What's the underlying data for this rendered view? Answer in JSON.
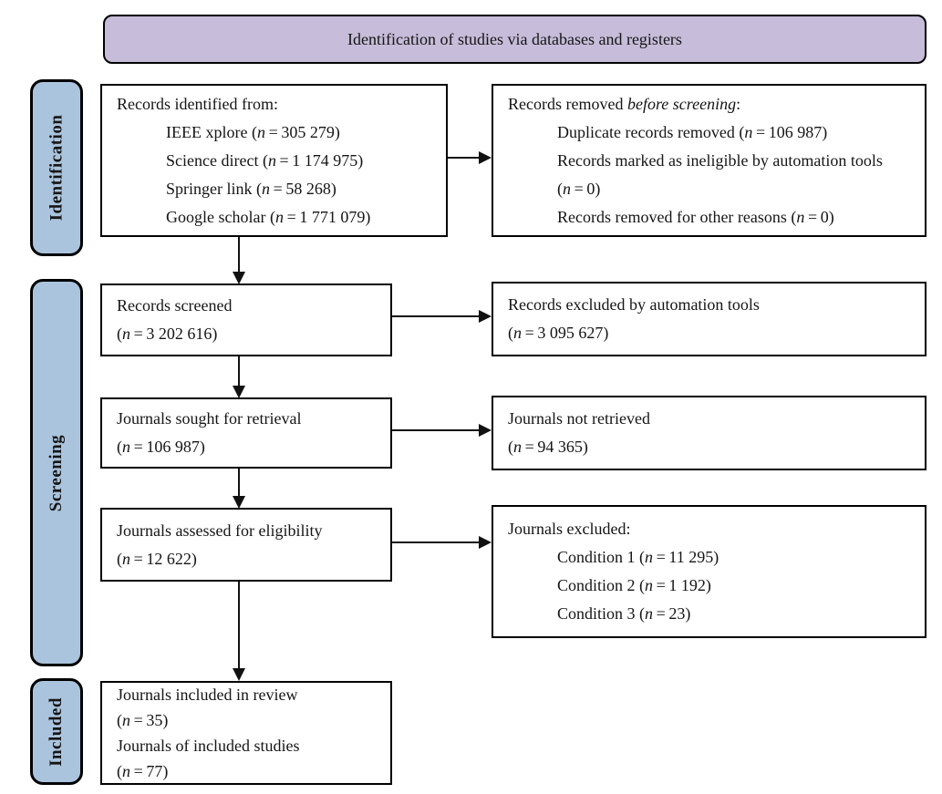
{
  "diagram": {
    "title_banner": "Identification of studies via databases and registers",
    "stage_labels": {
      "identification": "Identification",
      "screening": "Screening",
      "included": "Included"
    },
    "colors": {
      "banner_fill": "#c7bcd9",
      "stage_fill": "#abc4dd",
      "box_fill": "#ffffff",
      "line": "#111111"
    },
    "boxes": {
      "records_identified": {
        "lines": [
          {
            "indent": false,
            "segments": [
              {
                "t": "Records identified from:"
              }
            ]
          },
          {
            "indent": true,
            "segments": [
              {
                "t": "IEEE xplore ("
              },
              {
                "t": "n",
                "i": true
              },
              {
                "t": " = 305 279)"
              }
            ]
          },
          {
            "indent": true,
            "segments": [
              {
                "t": "Science direct ("
              },
              {
                "t": "n",
                "i": true
              },
              {
                "t": " = 1 174 975)"
              }
            ]
          },
          {
            "indent": true,
            "segments": [
              {
                "t": "Springer link ("
              },
              {
                "t": "n",
                "i": true
              },
              {
                "t": " = 58 268)"
              }
            ]
          },
          {
            "indent": true,
            "segments": [
              {
                "t": "Google scholar ("
              },
              {
                "t": "n",
                "i": true
              },
              {
                "t": " = 1 771 079)"
              }
            ]
          }
        ]
      },
      "records_removed": {
        "lines": [
          {
            "indent": false,
            "segments": [
              {
                "t": "Records removed "
              },
              {
                "t": "before screening",
                "i": true
              },
              {
                "t": ":"
              }
            ]
          },
          {
            "indent": true,
            "segments": [
              {
                "t": "Duplicate records removed ("
              },
              {
                "t": "n",
                "i": true
              },
              {
                "t": " = 106 987)"
              }
            ]
          },
          {
            "indent": true,
            "segments": [
              {
                "t": "Records marked as ineligible by automation tools"
              }
            ]
          },
          {
            "indent": true,
            "segments": [
              {
                "t": "("
              },
              {
                "t": "n",
                "i": true
              },
              {
                "t": " = 0)"
              }
            ]
          },
          {
            "indent": true,
            "segments": [
              {
                "t": "Records removed for other reasons ("
              },
              {
                "t": "n",
                "i": true
              },
              {
                "t": " = 0)"
              }
            ]
          }
        ]
      },
      "records_screened": {
        "lines": [
          {
            "indent": false,
            "segments": [
              {
                "t": "Records screened"
              }
            ]
          },
          {
            "indent": false,
            "segments": [
              {
                "t": "("
              },
              {
                "t": "n",
                "i": true
              },
              {
                "t": " = 3 202 616)"
              }
            ]
          }
        ]
      },
      "records_excluded": {
        "lines": [
          {
            "indent": false,
            "segments": [
              {
                "t": "Records excluded by automation tools"
              }
            ]
          },
          {
            "indent": false,
            "segments": [
              {
                "t": "("
              },
              {
                "t": "n",
                "i": true
              },
              {
                "t": " = 3 095 627)"
              }
            ]
          }
        ]
      },
      "journals_sought": {
        "lines": [
          {
            "indent": false,
            "segments": [
              {
                "t": "Journals sought for retrieval"
              }
            ]
          },
          {
            "indent": false,
            "segments": [
              {
                "t": "("
              },
              {
                "t": "n",
                "i": true
              },
              {
                "t": " = 106 987)"
              }
            ]
          }
        ]
      },
      "journals_not_retrieved": {
        "lines": [
          {
            "indent": false,
            "segments": [
              {
                "t": "Journals not retrieved"
              }
            ]
          },
          {
            "indent": false,
            "segments": [
              {
                "t": "("
              },
              {
                "t": "n",
                "i": true
              },
              {
                "t": " = 94 365)"
              }
            ]
          }
        ]
      },
      "journals_assessed": {
        "lines": [
          {
            "indent": false,
            "segments": [
              {
                "t": "Journals assessed for eligibility"
              }
            ]
          },
          {
            "indent": false,
            "segments": [
              {
                "t": "("
              },
              {
                "t": "n",
                "i": true
              },
              {
                "t": " = 12 622)"
              }
            ]
          }
        ]
      },
      "journals_excluded": {
        "lines": [
          {
            "indent": false,
            "segments": [
              {
                "t": "Journals excluded:"
              }
            ]
          },
          {
            "indent": true,
            "segments": [
              {
                "t": "Condition 1 ("
              },
              {
                "t": "n",
                "i": true
              },
              {
                "t": " = 11 295)"
              }
            ]
          },
          {
            "indent": true,
            "segments": [
              {
                "t": "Condition 2 ("
              },
              {
                "t": "n",
                "i": true
              },
              {
                "t": " = 1 192)"
              }
            ]
          },
          {
            "indent": true,
            "segments": [
              {
                "t": "Condition 3 ("
              },
              {
                "t": "n",
                "i": true
              },
              {
                "t": " = 23)"
              }
            ]
          }
        ]
      },
      "journals_included": {
        "lines": [
          {
            "indent": false,
            "segments": [
              {
                "t": "Journals included in review"
              }
            ]
          },
          {
            "indent": false,
            "segments": [
              {
                "t": "("
              },
              {
                "t": "n",
                "i": true
              },
              {
                "t": " = 35)"
              }
            ]
          },
          {
            "indent": false,
            "segments": [
              {
                "t": "Journals of included studies"
              }
            ]
          },
          {
            "indent": false,
            "segments": [
              {
                "t": "("
              },
              {
                "t": "n",
                "i": true
              },
              {
                "t": " = 77)"
              }
            ]
          }
        ]
      }
    }
  }
}
